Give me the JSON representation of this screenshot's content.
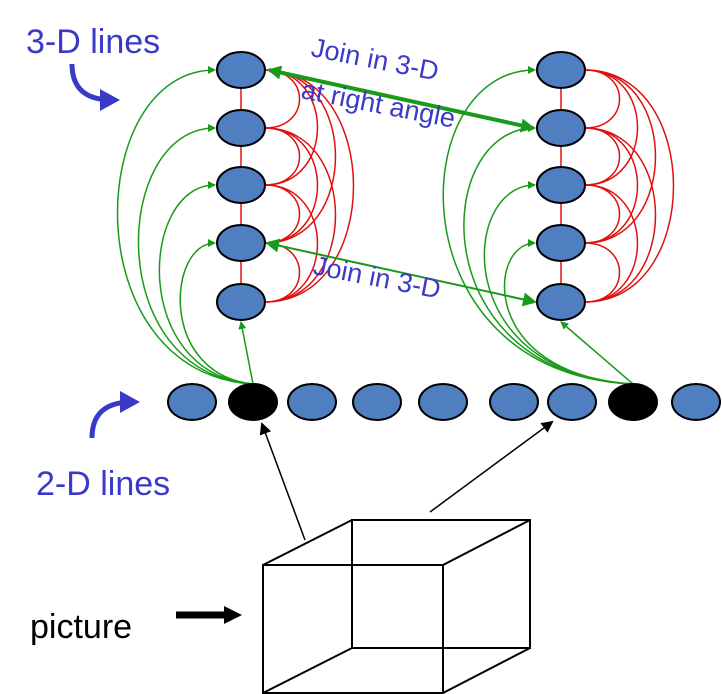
{
  "labels": {
    "lines_3d": "3-D lines",
    "lines_2d": "2-D lines",
    "join_line1": "Join in 3-D",
    "join_line2": "at right angle",
    "join2": "Join in 3-D",
    "picture": "picture"
  },
  "colors": {
    "node_fill": "#4f7fc0",
    "node_stroke": "#000000",
    "selected_fill": "#000000",
    "support_edge": "#1a9a1a",
    "inhibit_edge": "#e01010",
    "join_edge": "#1a9a1a",
    "label_blue": "#3a3ac8",
    "cube": "#000000",
    "pointer_arrow": "#3a3ac8"
  },
  "nodes_2d": {
    "count": 9,
    "selected_indices": [
      1,
      7
    ]
  },
  "columns_3d": {
    "count": 2,
    "nodes_per_column": 5
  },
  "icons": [
    "curved-arrow-icon",
    "right-arrow-icon",
    "wireframe-cube-icon"
  ]
}
